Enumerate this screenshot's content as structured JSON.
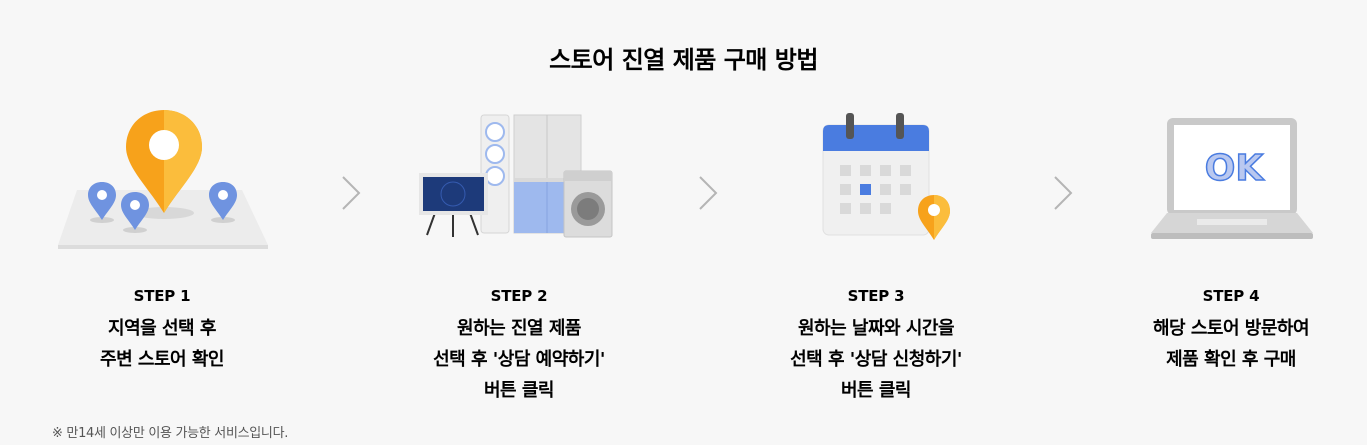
{
  "title": "스토어 진열 제품 구매 방법",
  "steps": [
    {
      "label": "STEP 1",
      "lines": [
        "지역을 선택 후",
        "주변 스토어 확인"
      ],
      "icon": "map-pin-icon"
    },
    {
      "label": "STEP 2",
      "lines": [
        "원하는 진열 제품",
        "선택 후 '상담 예약하기'",
        "버튼 클릭"
      ],
      "icon": "appliances-icon"
    },
    {
      "label": "STEP 3",
      "lines": [
        "원하는 날짜와 시간을",
        "선택 후 '상담 신청하기'",
        "버튼 클릭"
      ],
      "icon": "calendar-icon"
    },
    {
      "label": "STEP 4",
      "lines": [
        "해당 스토어 방문하여",
        "제품 확인 후 구매"
      ],
      "icon": "laptop-ok-icon",
      "laptop_text": "OK"
    }
  ],
  "note": "※ 만14세 이상만 이용 가능한 서비스입니다.",
  "colors": {
    "accent_orange": "#f7a21b",
    "pin_blue": "#6f93e0",
    "calendar_blue": "#4a7ce0",
    "arrow_gray": "#b5b5b5"
  }
}
